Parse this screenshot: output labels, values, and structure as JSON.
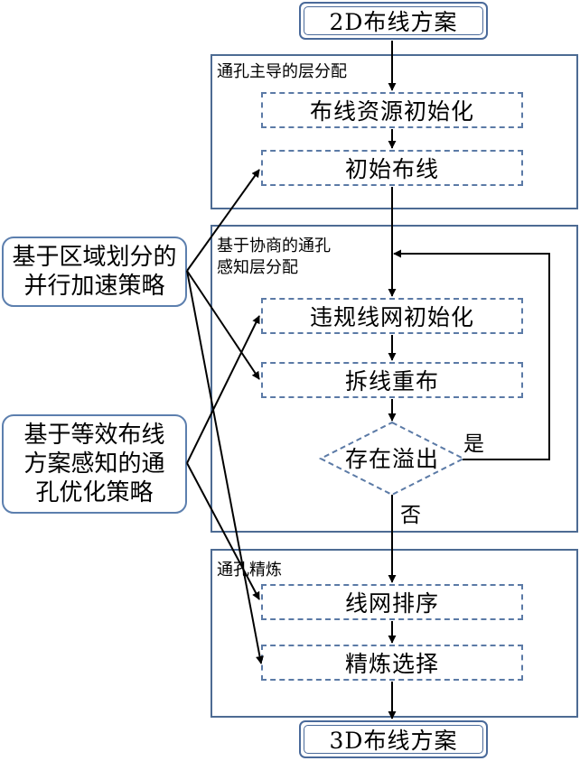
{
  "start": {
    "label": "2D布线方案"
  },
  "end": {
    "label": "3D布线方案"
  },
  "sections": [
    {
      "title_lines": [
        "通孔主导的层分配"
      ],
      "steps": [
        "布线资源初始化",
        "初始布线"
      ]
    },
    {
      "title_lines": [
        "基于协商的通孔",
        "感知层分配"
      ],
      "steps": [
        "违规线网初始化",
        "拆线重布"
      ],
      "decision": "存在溢出"
    },
    {
      "title_lines": [
        "通孔精炼"
      ],
      "steps": [
        "线网排序",
        "精炼选择"
      ]
    }
  ],
  "decision_yes": "是",
  "decision_no": "否",
  "strategies": [
    {
      "lines": [
        "基于区域划分的",
        "并行加速策略"
      ]
    },
    {
      "lines": [
        "基于等效布线",
        "方案感知的通",
        "孔优化策略"
      ]
    }
  ],
  "colors": {
    "border": "#4d6b93",
    "dashed": "#5b7aa6",
    "strategy_border": "#5c7fae",
    "arrow": "#000000"
  }
}
